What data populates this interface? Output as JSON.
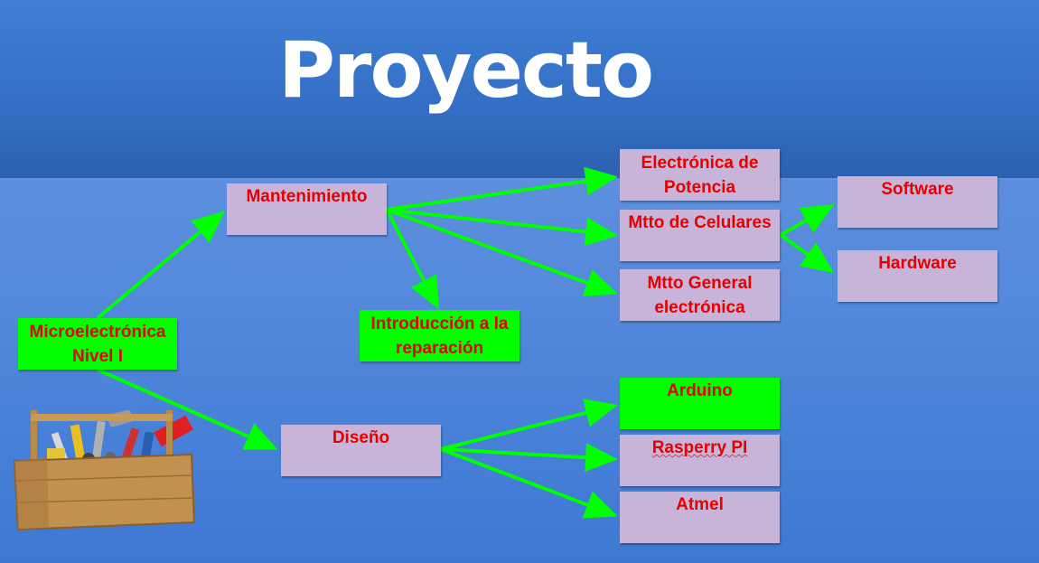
{
  "title": "Proyecto",
  "nodes": {
    "micro": "Microelectrónica\nNivel I",
    "mantenimiento": "Mantenimiento",
    "intro": "Introducción a la\nreparación",
    "potencia": "Electrónica de\nPotencia",
    "celulares": "Mtto de Celulares",
    "general": "Mtto General\nelectrónica",
    "software": "Software",
    "hardware": "Hardware",
    "diseno": "Diseño",
    "arduino": "Arduino",
    "raspberry": "Rasperry PI",
    "atmel": "Atmel"
  },
  "colors": {
    "node_fill": "#c8b3d9",
    "highlight_fill": "#00ff00",
    "node_text": "#e60000",
    "arrow": "#00ff00",
    "title_text": "#ffffff"
  },
  "icons": {
    "toolbox": "toolbox-icon"
  }
}
